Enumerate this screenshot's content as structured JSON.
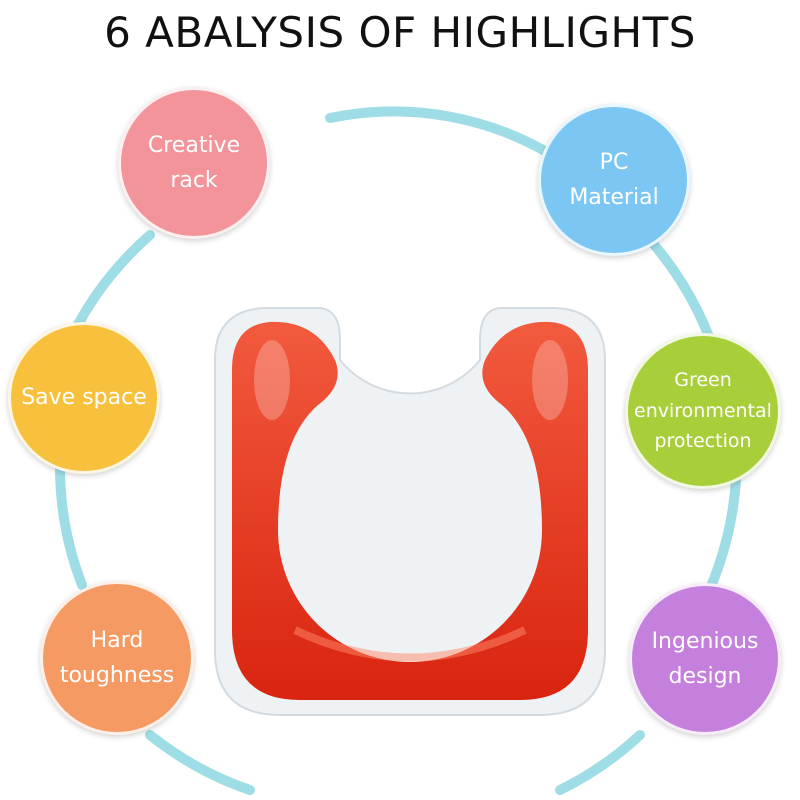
{
  "title": "6 ABALYSIS OF HIGHLIGHTS",
  "colors": {
    "ring": "#9fdde6",
    "product_red": "#e8321c",
    "product_frame": "#e9eef2"
  },
  "highlights": [
    {
      "lines": [
        "Creative",
        "rack"
      ],
      "color": "#f3949a"
    },
    {
      "lines": [
        "PC",
        "Material"
      ],
      "color": "#7cc6f3"
    },
    {
      "lines": [
        "Save space"
      ],
      "color": "#f8c13d"
    },
    {
      "lines": [
        "Green",
        "environmental",
        "protection"
      ],
      "color": "#a8cf3a"
    },
    {
      "lines": [
        "Hard",
        "toughness"
      ],
      "color": "#f59a63"
    },
    {
      "lines": [
        "Ingenious",
        "design"
      ],
      "color": "#c580dd"
    }
  ]
}
